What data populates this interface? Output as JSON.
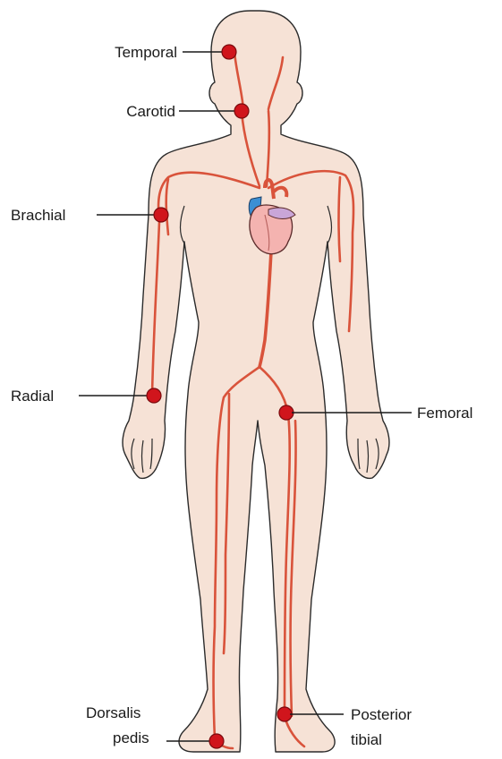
{
  "pulse_points": [
    {
      "id": "temporal",
      "label": "Temporal"
    },
    {
      "id": "carotid",
      "label": "Carotid"
    },
    {
      "id": "brachial",
      "label": "Brachial"
    },
    {
      "id": "radial",
      "label": "Radial"
    },
    {
      "id": "femoral",
      "label": "Femoral"
    },
    {
      "id": "dorsalis",
      "label_line1": "Dorsalis",
      "label_line2": "pedis"
    },
    {
      "id": "posterior",
      "label_line1": "Posterior",
      "label_line2": "tibial"
    }
  ],
  "colors": {
    "skin": "#f6e2d6",
    "artery": "#d9533b",
    "pulse_dot": "#d0151c",
    "heart": "#f4b3b0",
    "vein_blue": "#3b8fd4"
  }
}
